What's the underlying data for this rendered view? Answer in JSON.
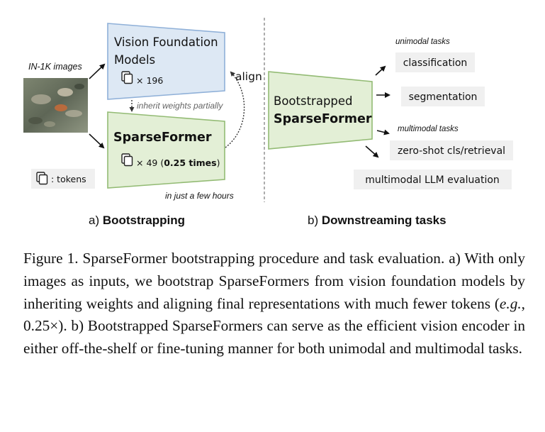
{
  "diagram": {
    "bootstrapping": {
      "input_label": "IN-1K images",
      "vfm": {
        "title_line1": "Vision Foundation",
        "title_line2": "Models",
        "token_count": "× 196"
      },
      "inherit_label": "inherit weights partially",
      "align_label": "align",
      "sparseformer": {
        "title": "SparseFormer",
        "token_count_prefix": "× 49 (",
        "token_count_bold": "0.25 times",
        "token_count_suffix": ")"
      },
      "legend_label": ": tokens",
      "time_note": "in just a few hours",
      "panel_label_prefix": "a) ",
      "panel_label_bold": "Bootstrapping"
    },
    "downstream": {
      "model_line1": "Bootstrapped",
      "model_line2": "SparseFormer",
      "unimodal_heading": "unimodal tasks",
      "multimodal_heading": "multimodal tasks",
      "tasks": {
        "classification": "classification",
        "segmentation": "segmentation",
        "zero_shot": "zero-shot cls/retrieval",
        "llm_eval": "multimodal LLM evaluation"
      },
      "panel_label_prefix": "b) ",
      "panel_label_bold": "Downstreaming tasks"
    },
    "colors": {
      "vfm_fill": "#dde8f4",
      "vfm_stroke": "#8fb0d8",
      "sf_fill": "#e3efd6",
      "sf_stroke": "#93bb74",
      "task_box": "#f0f0f0"
    }
  },
  "caption": {
    "label": "Figure 1.",
    "part1": "SparseFormer bootstrapping procedure and task evaluation.",
    "part2": "a) With only images as inputs, we bootstrap SparseFormers from vision foundation models by inheriting weights and aligning final representations with much fewer tokens (",
    "eg": "e.g.",
    "part3": ", 0.25×).",
    "part4": "b) Bootstrapped SparseFormers can serve as the efficient vision encoder in either off-the-shelf or fine-tuning manner for both unimodal and multimodal tasks."
  }
}
